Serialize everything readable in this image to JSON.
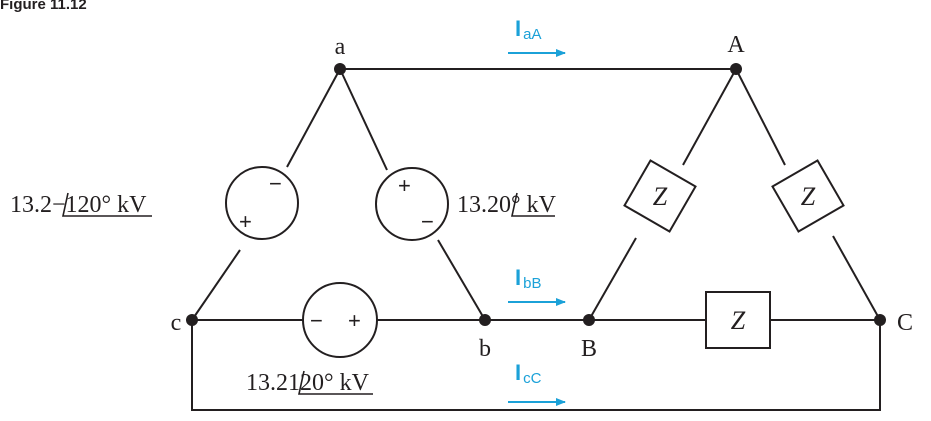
{
  "figure_caption": "Figure 11.12",
  "nodes": {
    "a": "a",
    "b": "b",
    "c": "c",
    "A": "A",
    "B": "B",
    "C": "C"
  },
  "sources": {
    "left": {
      "mag": "13.2",
      "angle": "−120°",
      "unit": " kV"
    },
    "right": {
      "mag": "13.2",
      "angle": "0°",
      "unit": " kV"
    },
    "bottom": {
      "mag": "13.2",
      "angle": "120°",
      "unit": " kV"
    }
  },
  "currents": {
    "aA": {
      "symbol": "I",
      "sub": "aA"
    },
    "bB": {
      "symbol": "I",
      "sub": "bB"
    },
    "cC": {
      "symbol": "I",
      "sub": "cC"
    }
  },
  "impedance_label": "Z",
  "polarity": {
    "plus": "+",
    "minus": "−"
  },
  "colors": {
    "wire": "#231f20",
    "current": "#1ba1d8"
  }
}
